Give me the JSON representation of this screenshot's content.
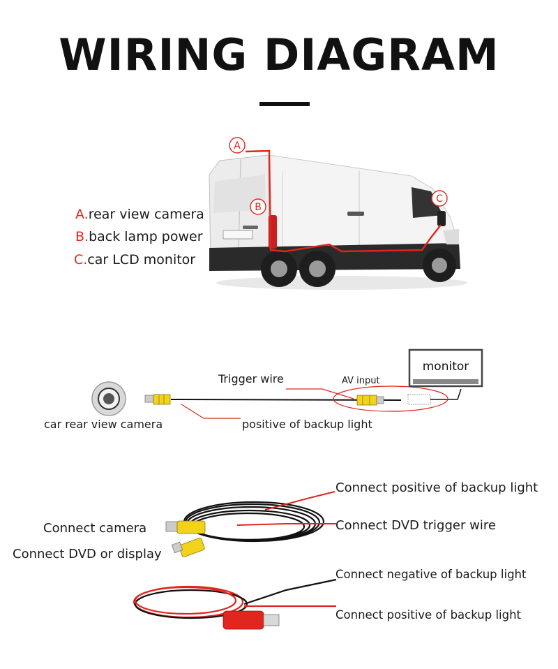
{
  "title": "WIRING DIAGRAM",
  "van": {
    "markers": [
      "A",
      "B",
      "C"
    ],
    "legend": [
      {
        "letter": "A.",
        "text": "rear view camera"
      },
      {
        "letter": "B.",
        "text": "back lamp power"
      },
      {
        "letter": "C.",
        "text": "car LCD monitor"
      }
    ]
  },
  "schematic": {
    "monitor_label": "monitor",
    "trigger_wire": "Trigger wire",
    "av_input": "AV input",
    "camera_label": "car rear view camera",
    "backup_positive": "positive of backup light"
  },
  "cables": {
    "connect_camera": "Connect camera",
    "connect_dvd": "Connect DVD or display",
    "connect_backup_positive_top": "Connect positive of backup light",
    "connect_dvd_trigger": "Connect DVD trigger wire",
    "connect_backup_negative": "Connect negative of backup light",
    "connect_backup_positive_bottom": "Connect positive of backup light"
  },
  "colors": {
    "accent_red": "#e0261e",
    "rca_yellow": "#f2d21b",
    "wire_black": "#111111"
  }
}
